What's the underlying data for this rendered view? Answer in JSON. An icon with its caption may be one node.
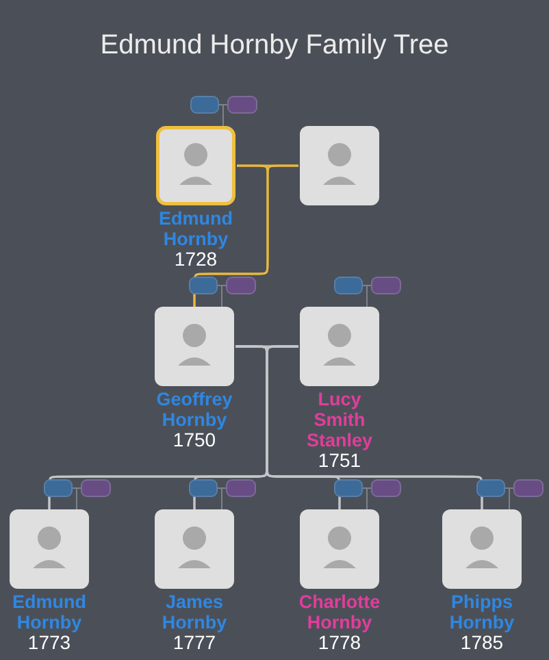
{
  "diagram": {
    "title": "Edmund Hornby Family Tree",
    "nodes": [
      {
        "text": [
          "Edmund Hornby",
          "1728"
        ]
      },
      {
        "text": [],
        "shape": "person"
      },
      {
        "text": [
          "Geoffrey Hornby",
          "1750"
        ]
      },
      {
        "text": [
          "Lucy Smith Stanley",
          "1751"
        ]
      },
      {
        "text": [
          "Edmund Hornby",
          "1773"
        ]
      },
      {
        "text": [
          "James Hornby",
          "1777"
        ]
      },
      {
        "text": [
          "Charlotte Hornby",
          "1778"
        ]
      },
      {
        "text": [
          "Phipps Hornby",
          "1785"
        ]
      }
    ],
    "edges": [
      {
        "from": 0,
        "to": 1,
        "arrow": "none",
        "color": "#e9b840"
      },
      {
        "from": 0,
        "to": 2,
        "arrow": "none",
        "color": "#e9b840"
      },
      {
        "from": 1,
        "to": 2,
        "arrow": "none",
        "color": "#e9b840"
      },
      {
        "from": 2,
        "to": 3,
        "arrow": "none"
      },
      {
        "from": 2,
        "to": 4,
        "arrow": "none"
      },
      {
        "from": 2,
        "to": 5,
        "arrow": "none"
      },
      {
        "from": 2,
        "to": 6,
        "arrow": "none"
      },
      {
        "from": 2,
        "to": 7,
        "arrow": "none"
      },
      {
        "from": 3,
        "to": 4,
        "arrow": "none"
      },
      {
        "from": 3,
        "to": 5,
        "arrow": "none"
      },
      {
        "from": 3,
        "to": 6,
        "arrow": "none"
      },
      {
        "from": 3,
        "to": 7,
        "arrow": "none"
      }
    ]
  }
}
